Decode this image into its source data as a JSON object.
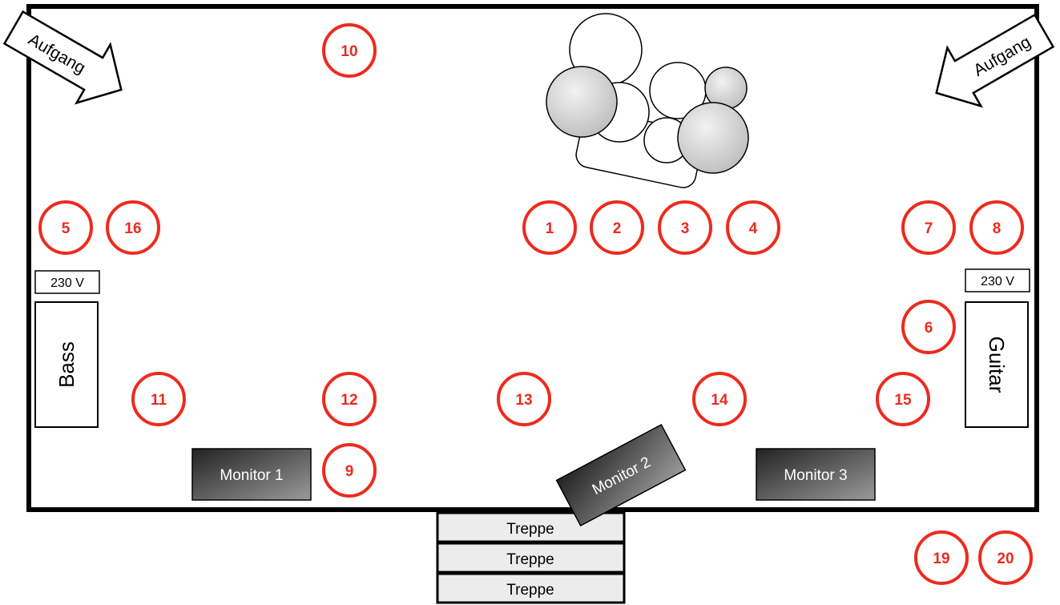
{
  "arrows": {
    "left": "Aufgang",
    "right": "Aufgang"
  },
  "power": {
    "left": "230 V",
    "right": "230 V"
  },
  "amps": {
    "bass": "Bass",
    "guitar": "Guitar"
  },
  "monitors": {
    "m1": "Monitor 1",
    "m2": "Monitor 2",
    "m3": "Monitor 3"
  },
  "stairs": [
    "Treppe",
    "Treppe",
    "Treppe"
  ],
  "positions": {
    "p1": "1",
    "p2": "2",
    "p3": "3",
    "p4": "4",
    "p5": "5",
    "p6": "6",
    "p7": "7",
    "p8": "8",
    "p9": "9",
    "p10": "10",
    "p11": "11",
    "p12": "12",
    "p13": "13",
    "p14": "14",
    "p15": "15",
    "p16": "16",
    "p19": "19",
    "p20": "20"
  },
  "colors": {
    "marker": "#ee2a1e",
    "outline": "#000000",
    "cymbal": "#d4d4d4",
    "monitor_dark": "#3a3a3a",
    "stair_fill": "#ececec"
  }
}
